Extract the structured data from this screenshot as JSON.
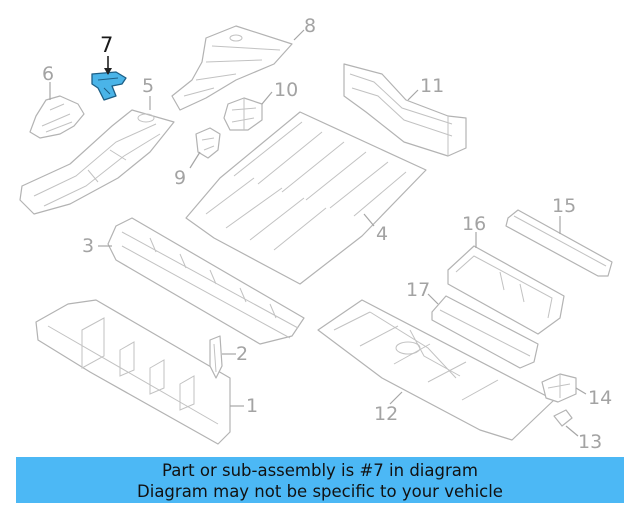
{
  "diagram": {
    "highlighted_part": "7",
    "highlight_color": "#4ab4e8",
    "callouts": [
      "1",
      "2",
      "3",
      "4",
      "5",
      "6",
      "7",
      "8",
      "9",
      "10",
      "11",
      "12",
      "13",
      "14",
      "15",
      "16",
      "17"
    ]
  },
  "banner": {
    "background": "#4cb8f5",
    "line1": "Part or sub-assembly is #7 in diagram",
    "line2": "Diagram may not be specific to your vehicle"
  }
}
